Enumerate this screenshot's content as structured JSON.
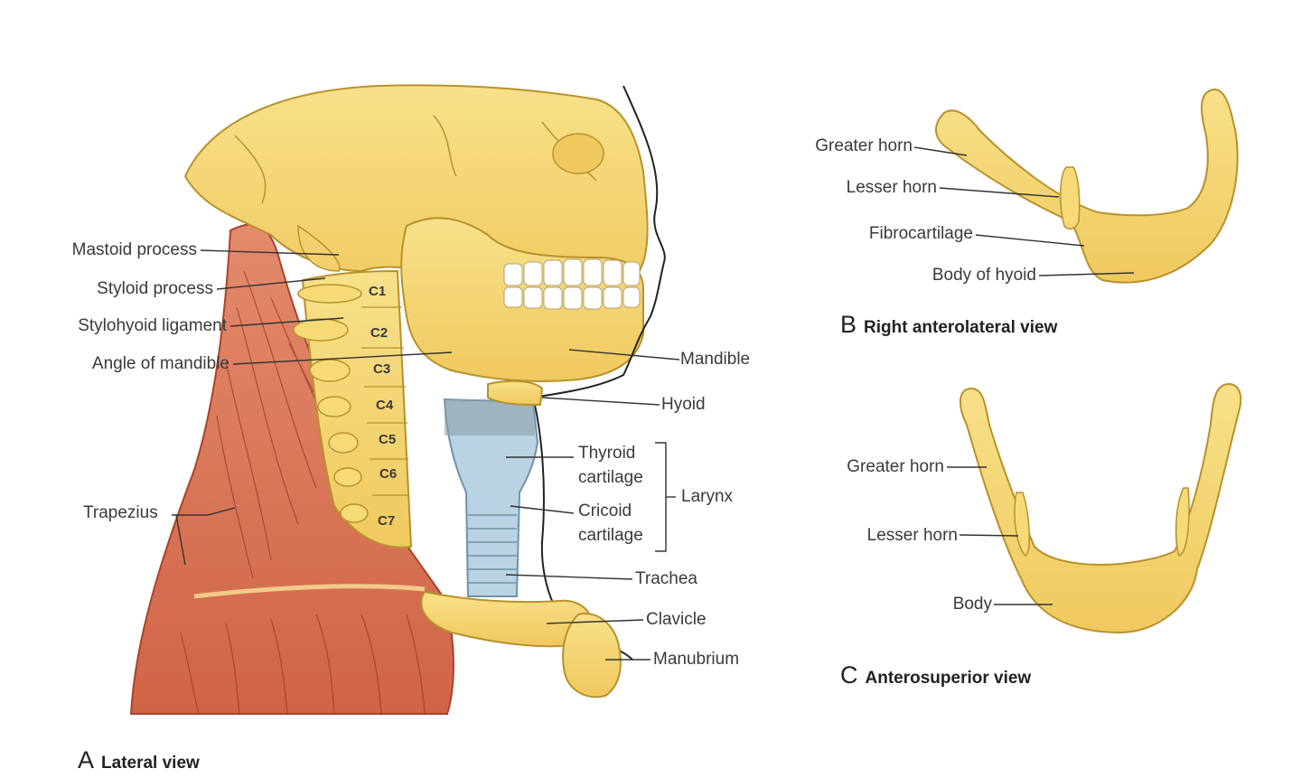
{
  "panels": {
    "lateral": {
      "letter": "A",
      "caption": "Lateral view",
      "vertebrae": [
        "C1",
        "C2",
        "C3",
        "C4",
        "C5",
        "C6",
        "C7"
      ],
      "labels": {
        "mastoid": "Mastoid process",
        "styloid": "Styloid process",
        "stylohyoid": "Stylohyoid ligament",
        "angle": "Angle of mandible",
        "trapezius": "Trapezius",
        "mandible": "Mandible",
        "hyoid": "Hyoid",
        "thyroid1": "Thyroid",
        "thyroid2": "cartilage",
        "cricoid1": "Cricoid",
        "cricoid2": "cartilage",
        "larynx": "Larynx",
        "trachea": "Trachea",
        "clavicle": "Clavicle",
        "manubrium": "Manubrium"
      }
    },
    "anterolateral": {
      "letter": "B",
      "caption": "Right anterolateral view",
      "labels": {
        "greater": "Greater horn",
        "lesser": "Lesser horn",
        "fibro": "Fibrocartilage",
        "body": "Body of hyoid"
      }
    },
    "anterosuperior": {
      "letter": "C",
      "caption": "Anterosuperior view",
      "labels": {
        "greater": "Greater horn",
        "lesser": "Lesser horn",
        "body": "Body"
      }
    }
  },
  "colors": {
    "bone": "#f5d77a",
    "bone_edge": "#b8912c",
    "muscle": "#d9745a",
    "muscle_dark": "#a8442d",
    "cartilage": "#b9d3e2",
    "cartilage_edge": "#6f93aa",
    "leader": "#333333"
  }
}
